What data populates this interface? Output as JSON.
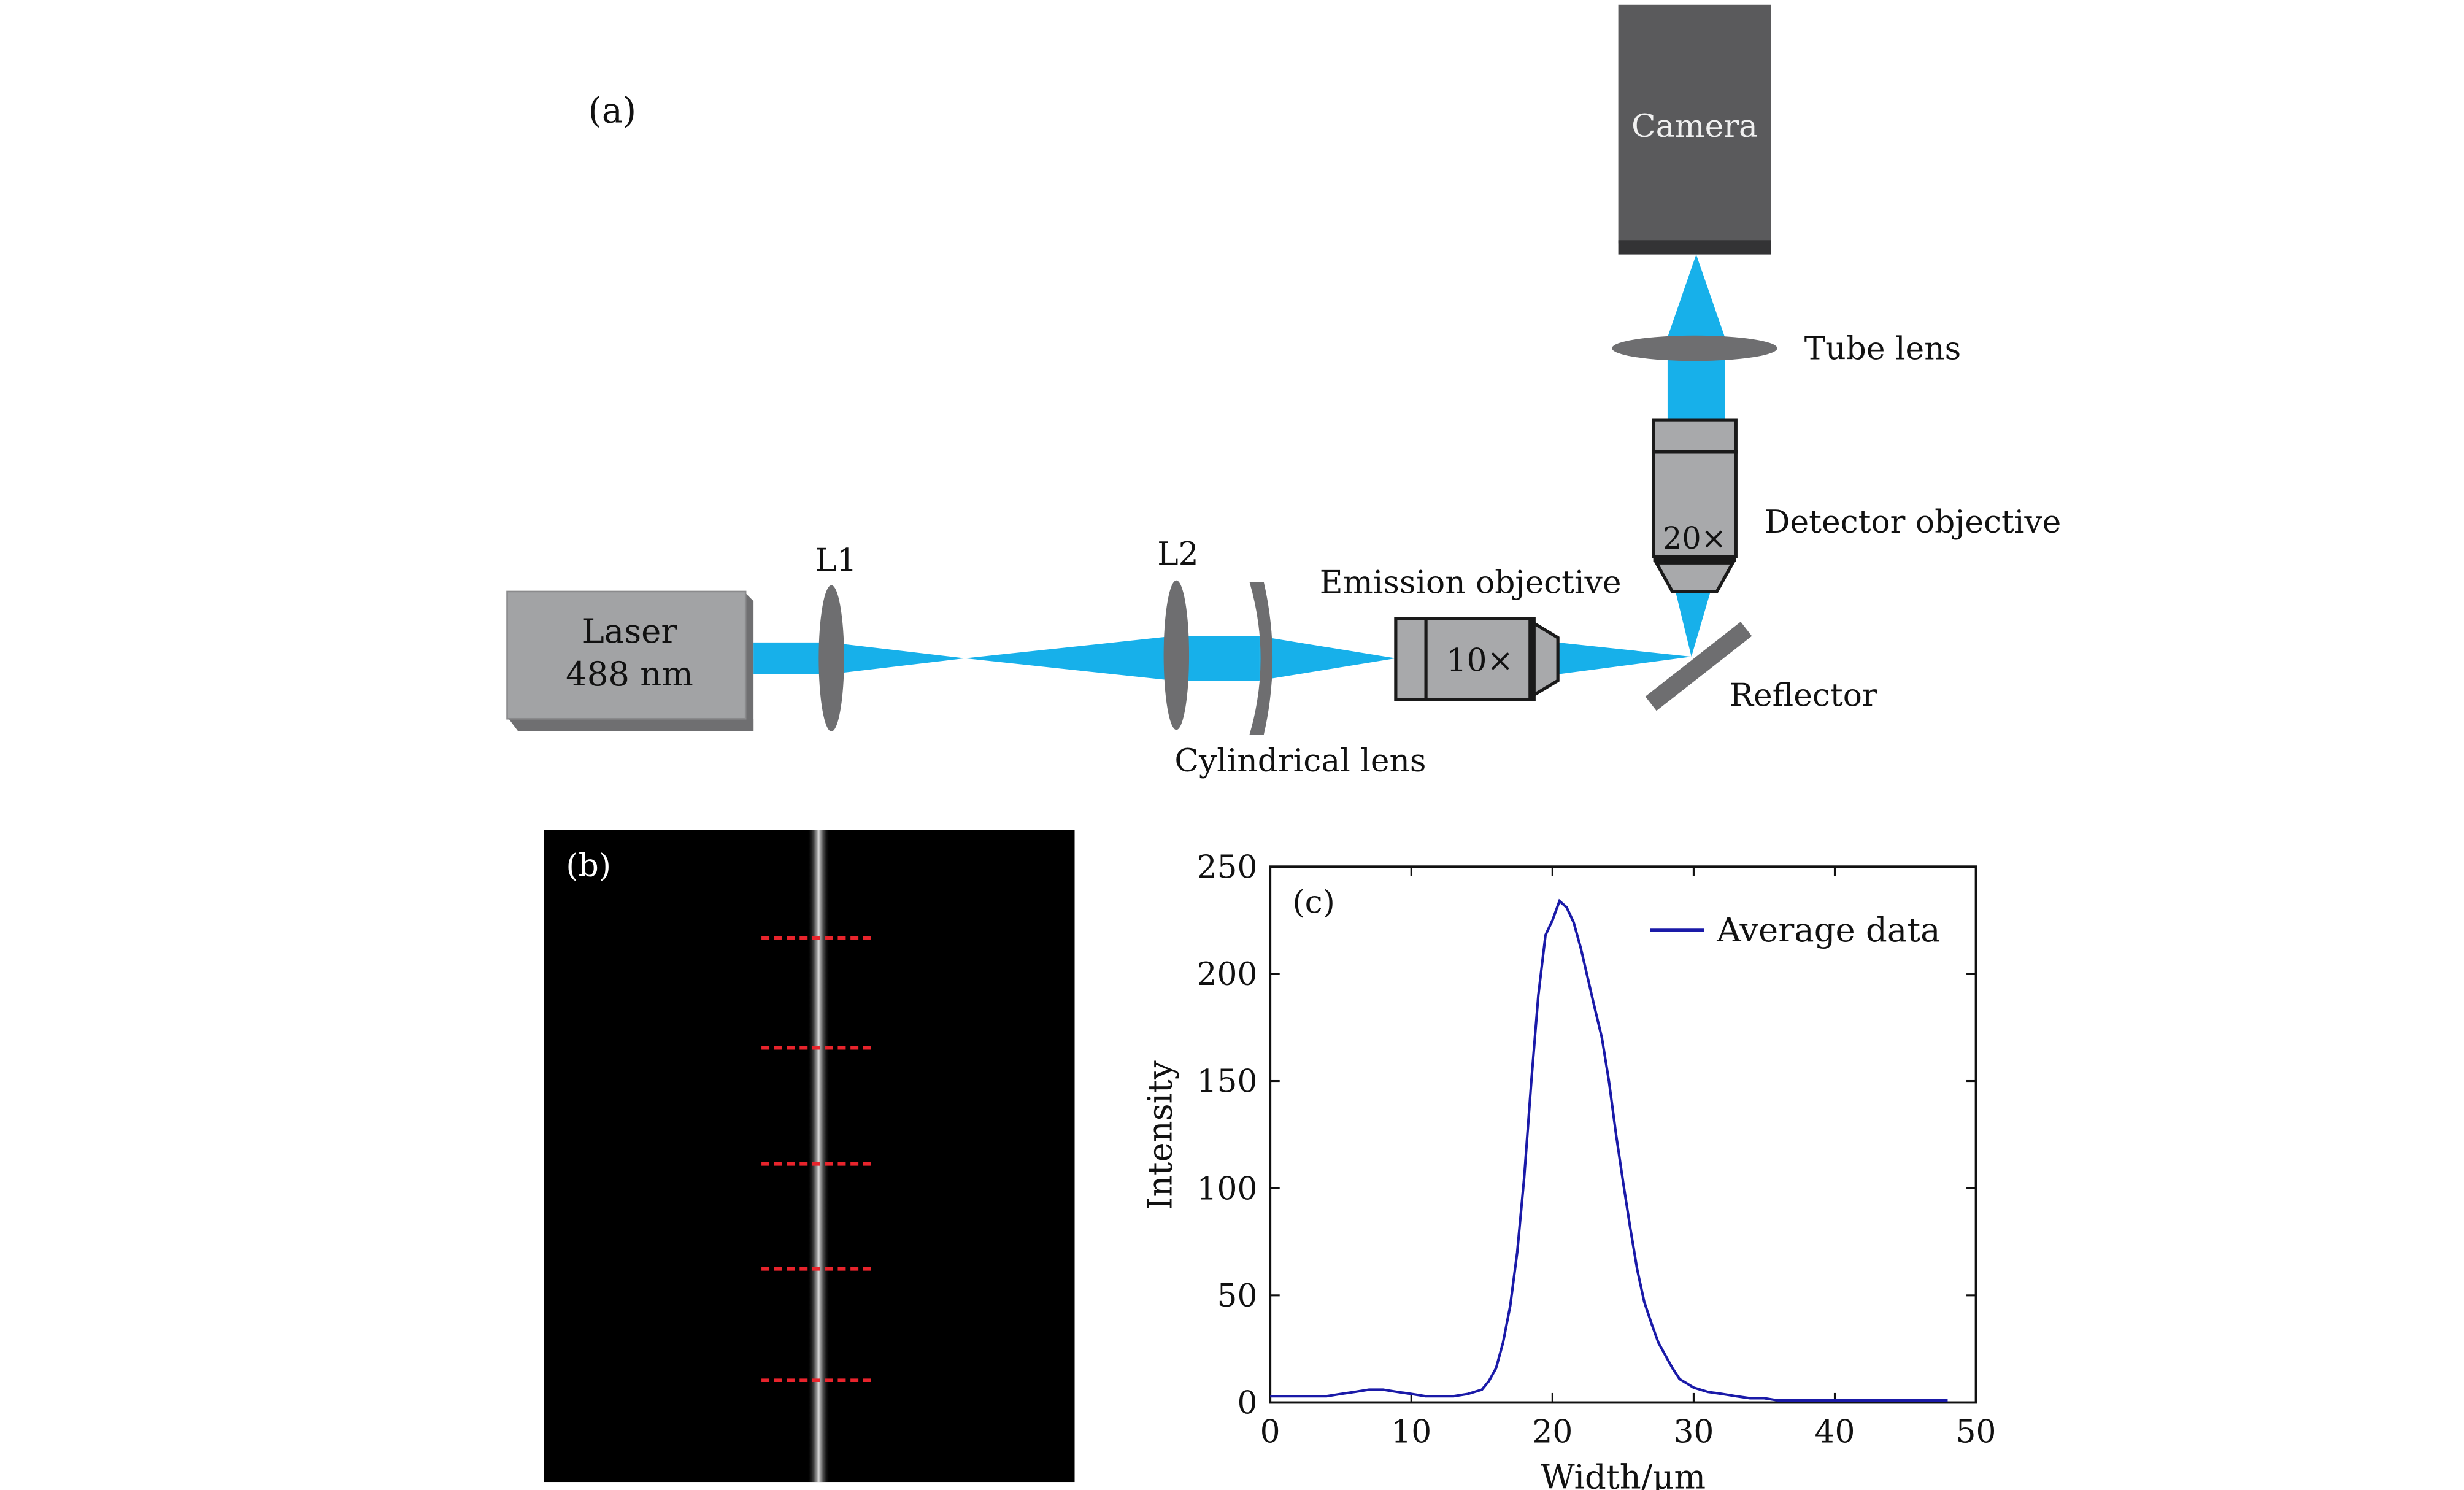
{
  "panel_a": {
    "label": "(a)",
    "camera_label": "Camera",
    "tube_lens_label": "Tube lens",
    "detector_objective_label": "Detector objective",
    "detector_magnification": "20×",
    "emission_objective_label": "Emission objective",
    "emission_magnification": "10×",
    "laser_line1": "Laser",
    "laser_line2": "488 nm",
    "l1_label": "L1",
    "l2_label": "L2",
    "cylindrical_lens_label": "Cylindrical lens",
    "reflector_label": "Reflector",
    "colors": {
      "beam": "#17b0ea",
      "lens": "#6e6e70",
      "body_gray": "#9fa0a2",
      "camera": "#5a5a5c",
      "camera_base": "#333335"
    }
  },
  "panel_b": {
    "label": "(b)",
    "marker_count": 5,
    "marker_color": "#e8242c"
  },
  "panel_c": {
    "label": "(c)",
    "legend_label": "Average data"
  },
  "chart_data": {
    "type": "line",
    "xlabel": "Width/μm",
    "ylabel": "Intensity",
    "xlim": [
      0,
      50
    ],
    "ylim": [
      0,
      250
    ],
    "xticks": [
      0,
      10,
      20,
      30,
      40,
      50
    ],
    "yticks": [
      0,
      50,
      100,
      150,
      200,
      250
    ],
    "legend_placement": "top-right",
    "series": [
      {
        "name": "Average data",
        "color": "#1a1aa8",
        "x": [
          0,
          2,
          4,
          5,
          6,
          7,
          8,
          9,
          10,
          11,
          12,
          13,
          14,
          15,
          15.5,
          16,
          16.5,
          17,
          17.5,
          18,
          18.5,
          19,
          19.5,
          20,
          20.5,
          21,
          21.5,
          22,
          22.5,
          23,
          23.5,
          24,
          24.5,
          25,
          25.5,
          26,
          26.5,
          27,
          27.5,
          28,
          28.5,
          29,
          29.5,
          30,
          31,
          32,
          33,
          34,
          35,
          36,
          38,
          40,
          42,
          44,
          46,
          48
        ],
        "y": [
          3,
          3,
          3,
          4,
          5,
          6,
          6,
          5,
          4,
          3,
          3,
          3,
          4,
          6,
          10,
          16,
          28,
          45,
          70,
          105,
          150,
          190,
          218,
          225,
          234,
          231,
          224,
          212,
          198,
          184,
          170,
          150,
          125,
          103,
          82,
          62,
          47,
          37,
          28,
          22,
          16,
          11,
          9,
          7,
          5,
          4,
          3,
          2,
          2,
          1,
          1,
          1,
          1,
          1,
          1,
          1
        ]
      }
    ]
  }
}
